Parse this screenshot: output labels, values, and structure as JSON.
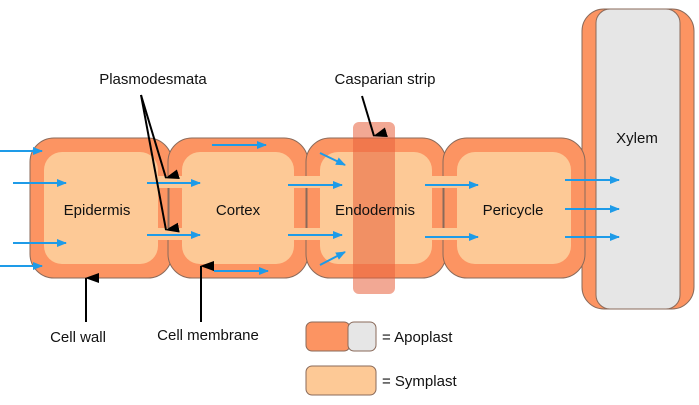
{
  "colors": {
    "apoplast": "#fc9462",
    "symplast": "#fdc996",
    "xylem": "#e6e6e6",
    "casparian": "#e8603c",
    "arrow_flow": "#1e9be8",
    "pointer": "#000000",
    "outline": "#8a6a5a"
  },
  "cells": [
    {
      "name": "Epidermis"
    },
    {
      "name": "Cortex"
    },
    {
      "name": "Endodermis"
    },
    {
      "name": "Pericycle"
    }
  ],
  "xylem": {
    "name": "Xylem"
  },
  "labels": {
    "plasmodesmata": "Plasmodesmata",
    "casparian_strip": "Casparian strip",
    "cell_wall": "Cell wall",
    "cell_membrane": "Cell membrane"
  },
  "legend": {
    "apoplast": "= Apoplast",
    "symplast": "= Symplast"
  }
}
